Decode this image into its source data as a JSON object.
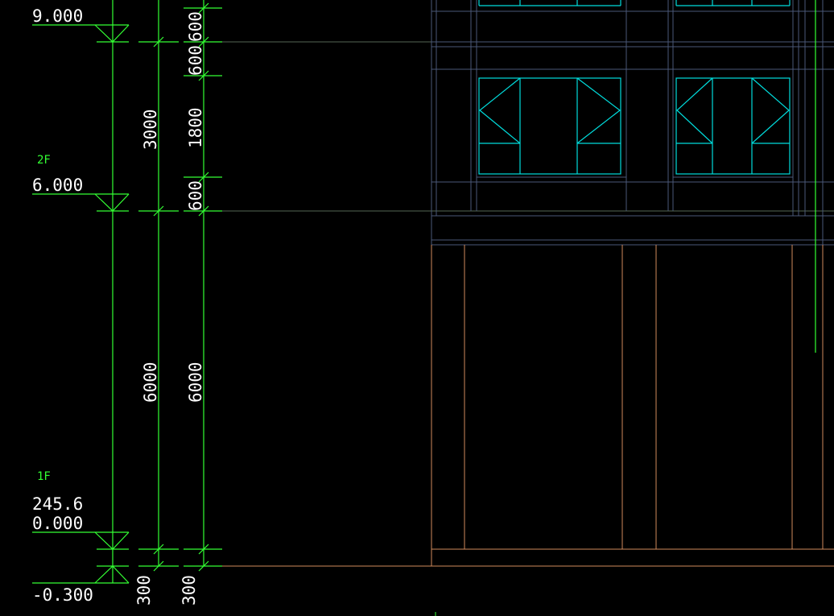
{
  "colors": {
    "background": "#000000",
    "dimension_line": "#33ff33",
    "text": "#ffffff",
    "floor_label": "#33ff33",
    "window_frame": "#00dcdc",
    "facade_grid": "#4a5878",
    "ground_facade": "#d08a5c",
    "reference_line": "#556655"
  },
  "levels": {
    "top": {
      "elevation": "9.000"
    },
    "second": {
      "name": "2F",
      "elevation": "6.000"
    },
    "first": {
      "name": "1F",
      "elevation": "0.000",
      "note": "245.6"
    },
    "ground": {
      "elevation": "-0.300"
    }
  },
  "dimensions": {
    "outer": {
      "upper": "3000",
      "lower": "6000",
      "base": "300"
    },
    "inner": {
      "top_a": "600",
      "top_b": "600",
      "window": "1800",
      "sill": "600",
      "lower": "6000",
      "base": "300"
    }
  }
}
